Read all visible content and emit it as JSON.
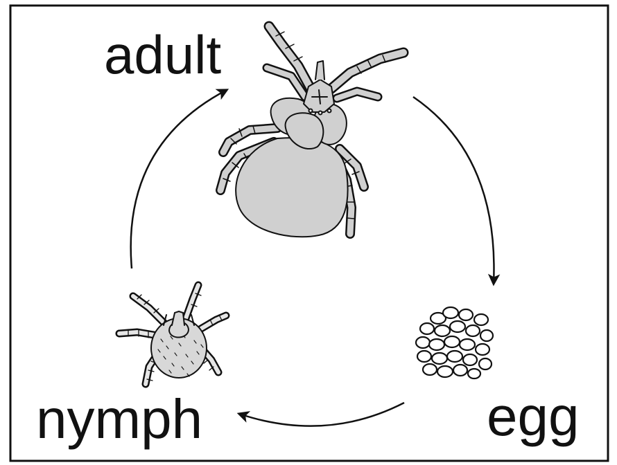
{
  "stages": {
    "adult": "adult",
    "egg": "egg",
    "nymph": "nymph"
  },
  "colors": {
    "ink": "#111111",
    "body_fill": "#d0d0d0",
    "egg_fill": "#ffffff",
    "background": "#ffffff"
  },
  "icons": {
    "adult": "adult-mite-icon",
    "egg": "egg-cluster-icon",
    "nymph": "nymph-mite-icon"
  }
}
